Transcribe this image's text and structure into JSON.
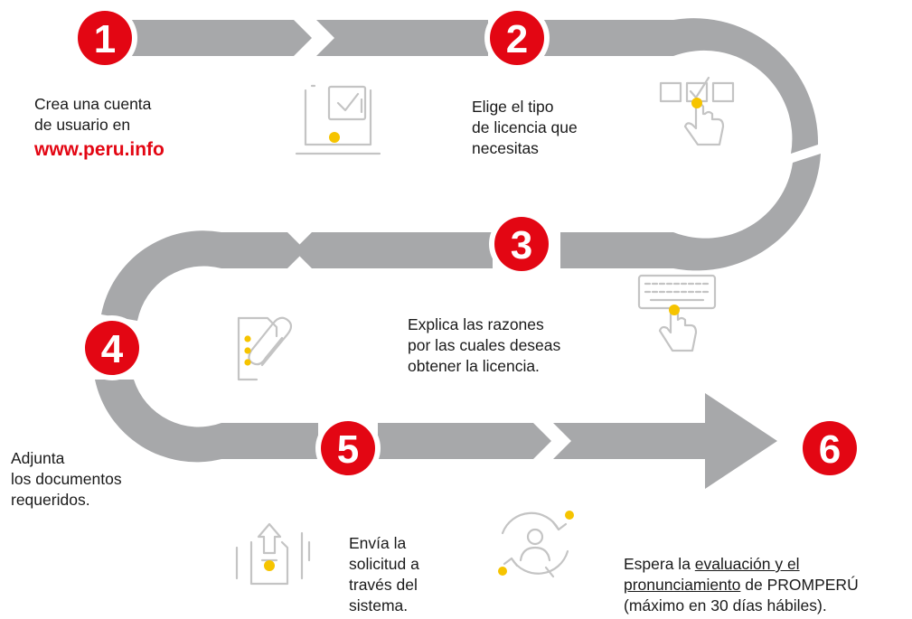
{
  "colors": {
    "path": "#a7a8aa",
    "badge": "#e30613",
    "accent_dot": "#f6c400",
    "icon_line": "#c4c4c4"
  },
  "steps": [
    {
      "number": "1",
      "icon": "laptop-checkmark-icon",
      "lines": [
        "Crea una cuenta",
        "de usuario en"
      ],
      "link": "www.peru.info"
    },
    {
      "number": "2",
      "icon": "hand-selecting-checkbox-icon",
      "lines": [
        "Elige el tipo",
        "de licencia que",
        "necesitas"
      ]
    },
    {
      "number": "3",
      "icon": "hand-typing-keyboard-icon",
      "lines": [
        "Explica las razones",
        "por las cuales deseas",
        "obtener la licencia."
      ]
    },
    {
      "number": "4",
      "icon": "document-paperclip-icon",
      "lines": [
        "Adjunta",
        "los documentos",
        "requeridos."
      ]
    },
    {
      "number": "5",
      "icon": "document-upload-icon",
      "lines": [
        "Envía la",
        "solicitud a",
        "través del",
        "sistema."
      ]
    },
    {
      "number": "6",
      "icon": "person-refresh-cycle-icon",
      "line1_pre": "Espera la ",
      "line1_ul": "evaluación y el",
      "line2_ul": "pronunciamiento",
      "line2_post": " de PROMPERÚ",
      "line3": "(máximo en 30 días hábiles)."
    }
  ]
}
